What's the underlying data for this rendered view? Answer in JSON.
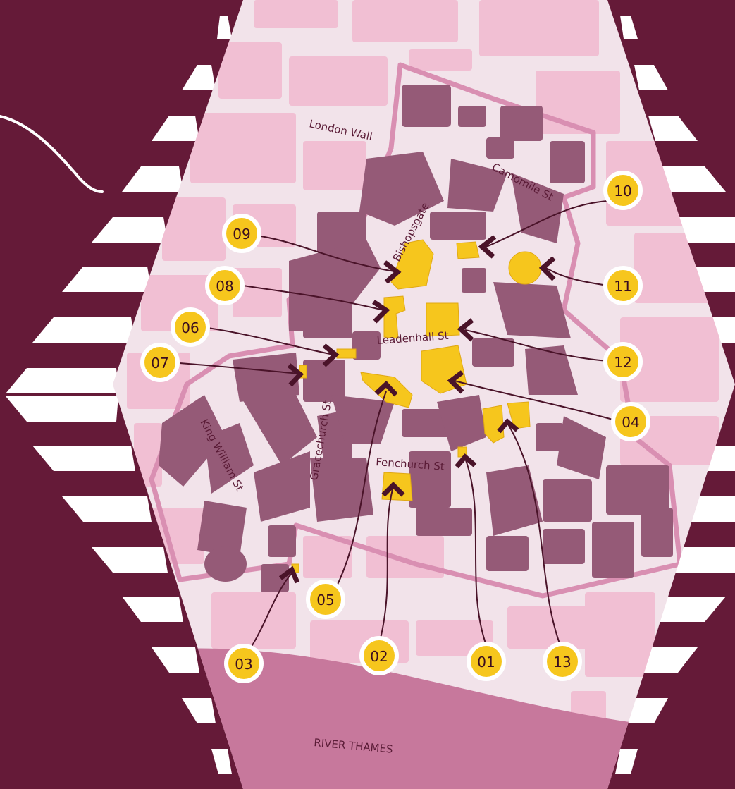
{
  "colors": {
    "background": "#651a38",
    "stripe": "#ffffff",
    "land": "#f2e3ea",
    "block_light": "#f1bfd3",
    "block_dark": "#955a77",
    "district_border": "#d98fb2",
    "river": "#c7789c",
    "highlight": "#f6c61d",
    "marker_fill": "#f6c61d",
    "marker_ring": "#ffffff",
    "leader": "#4a1329"
  },
  "streets": [
    {
      "id": "london-wall",
      "label": "London Wall"
    },
    {
      "id": "bishopsgate",
      "label": "Bishopsgate"
    },
    {
      "id": "camomile-st",
      "label": "Camomile St"
    },
    {
      "id": "leadenhall-st",
      "label": "Leadenhall St"
    },
    {
      "id": "gracechurch-st",
      "label": "Gracechurch St"
    },
    {
      "id": "king-william-st",
      "label": "King William St"
    },
    {
      "id": "fenchurch-st",
      "label": "Fenchurch St"
    }
  ],
  "river": {
    "label": "RIVER THAMES"
  },
  "markers": [
    {
      "id": "01",
      "label": "01"
    },
    {
      "id": "02",
      "label": "02"
    },
    {
      "id": "03",
      "label": "03"
    },
    {
      "id": "04",
      "label": "04"
    },
    {
      "id": "05",
      "label": "05"
    },
    {
      "id": "06",
      "label": "06"
    },
    {
      "id": "07",
      "label": "07"
    },
    {
      "id": "08",
      "label": "08"
    },
    {
      "id": "09",
      "label": "09"
    },
    {
      "id": "10",
      "label": "10"
    },
    {
      "id": "11",
      "label": "11"
    },
    {
      "id": "12",
      "label": "12"
    },
    {
      "id": "13",
      "label": "13"
    }
  ]
}
